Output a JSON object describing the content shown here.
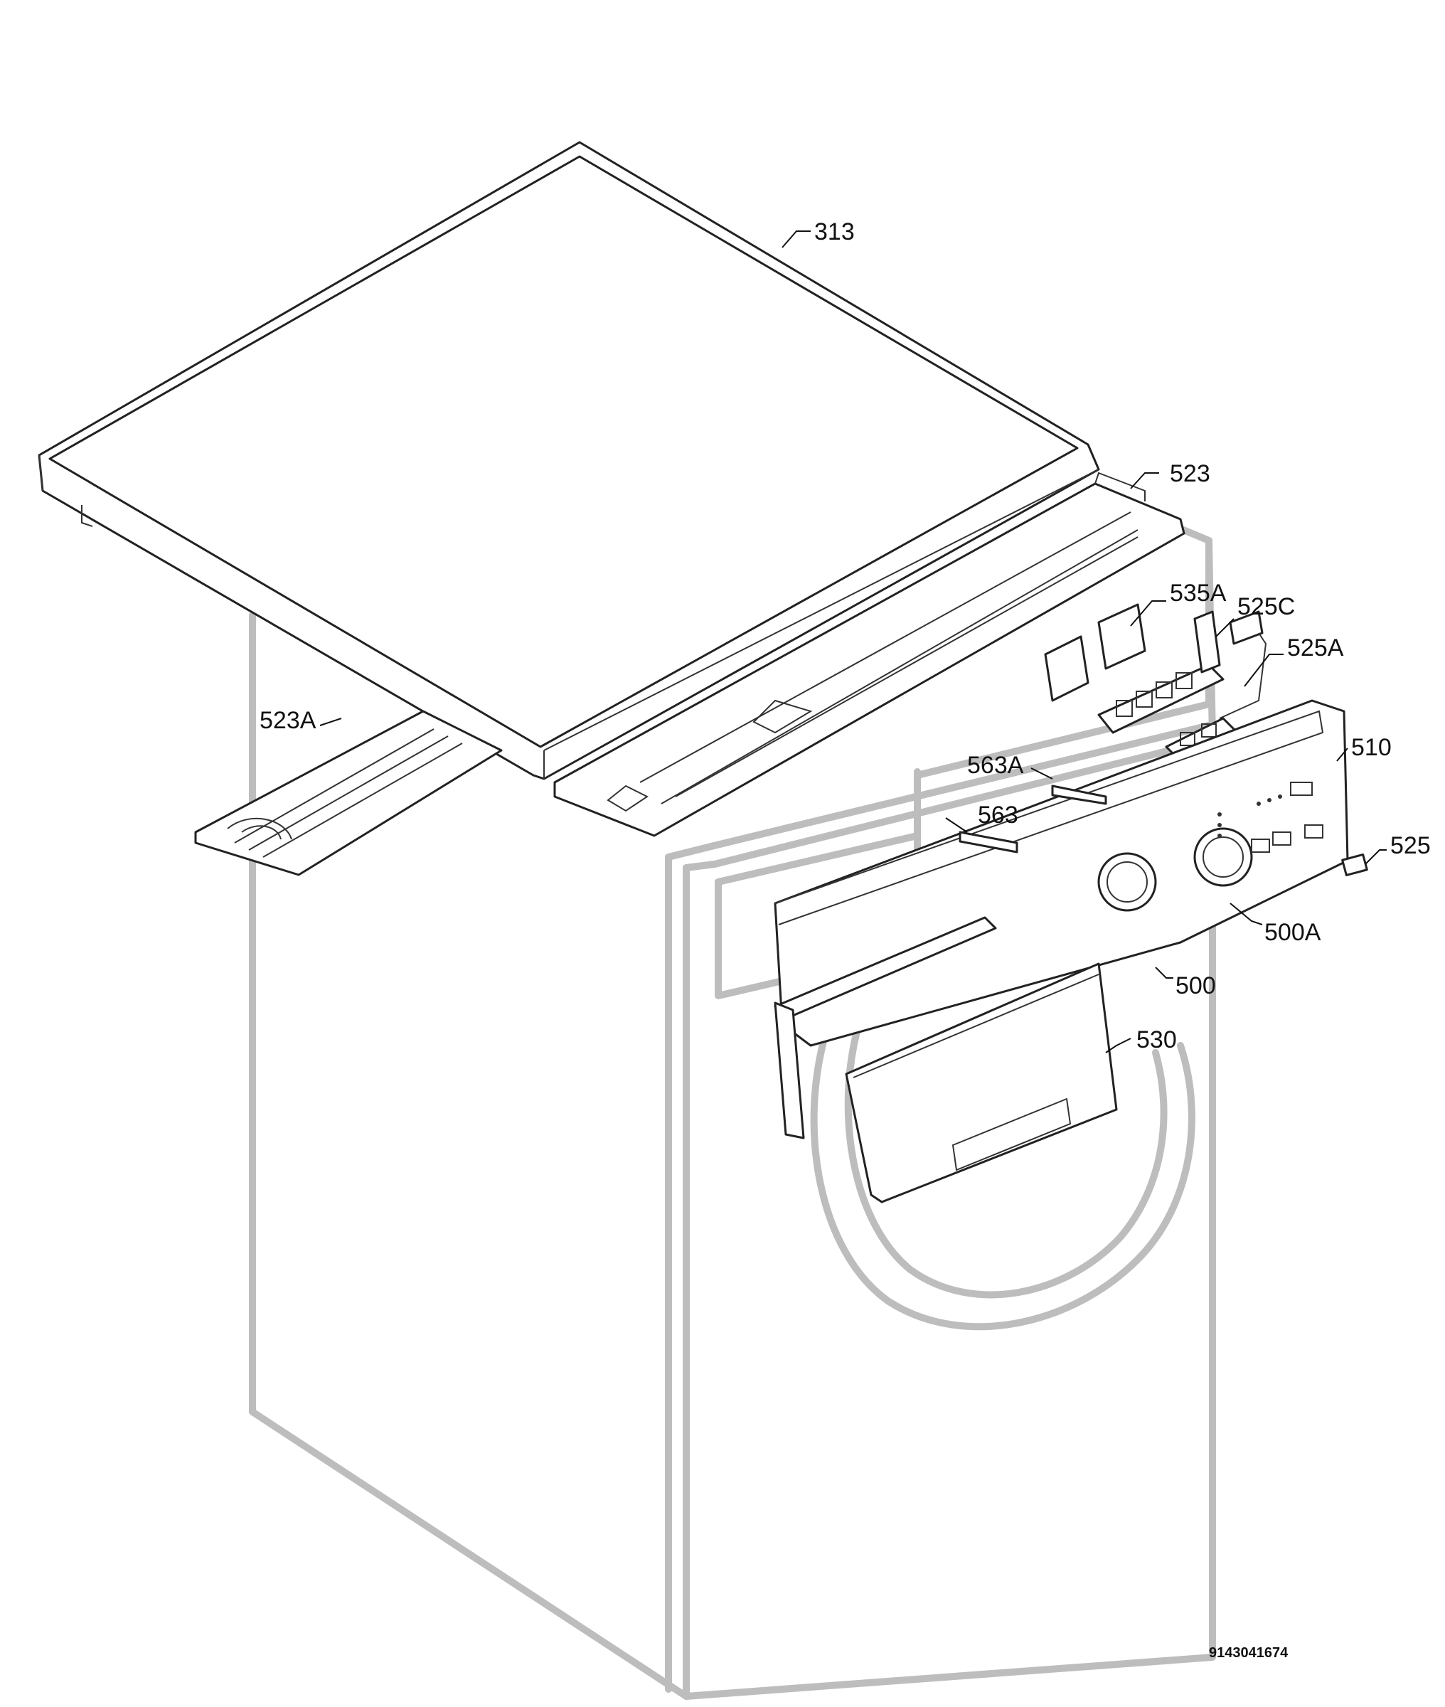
{
  "labels": {
    "p313": "313",
    "p523": "523",
    "p535A": "535A",
    "p525C": "525C",
    "p525A": "525A",
    "p523A": "523A",
    "p510": "510",
    "p563A": "563A",
    "p563": "563",
    "p525": "525",
    "p500A": "500A",
    "p500": "500",
    "p530": "530"
  },
  "document_id": "9143041674"
}
